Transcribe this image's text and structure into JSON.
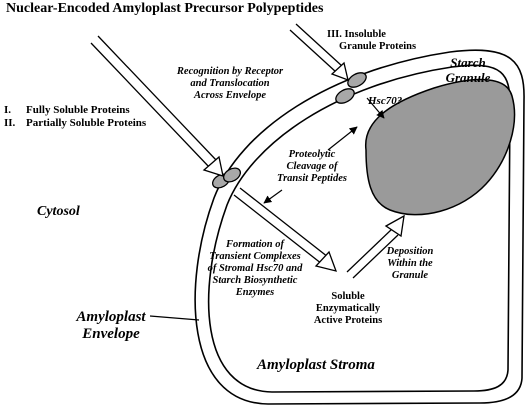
{
  "title": "Nuclear-Encoded Amyloplast Precursor Polypeptides",
  "proteins": {
    "fully_soluble_num": "I.",
    "fully_soluble": "Fully Soluble Proteins",
    "partially_soluble_num": "II.",
    "partially_soluble": "Partially Soluble Proteins",
    "insoluble_num": "III.",
    "insoluble_line1": "Insoluble",
    "insoluble_line2": "Granule Proteins"
  },
  "compartments": {
    "cytosol": "Cytosol",
    "envelope_line1": "Amyloplast",
    "envelope_line2": "Envelope",
    "stroma": "Amyloplast Stroma",
    "starch_line1": "Starch",
    "starch_line2": "Granule"
  },
  "steps": {
    "recognition_line1": "Recognition by Receptor",
    "recognition_line2": "and Translocation",
    "recognition_line3": "Across Envelope",
    "hsc70": "Hsc70?",
    "cleavage_line1": "Proteolytic",
    "cleavage_line2": "Cleavage of",
    "cleavage_line3": "Transit Peptides",
    "formation_line1": "Formation of",
    "formation_line2": "Transient Complexes",
    "formation_line3": "of Stromal Hsc70 and",
    "formation_line4": "Starch Biosynthetic",
    "formation_line5": "Enzymes",
    "soluble_line1": "Soluble",
    "soluble_line2": "Enzymatically",
    "soluble_line3": "Active Proteins",
    "deposition_line1": "Deposition",
    "deposition_line2": "Within the",
    "deposition_line3": "Granule"
  },
  "colors": {
    "line": "#000000",
    "starch_fill": "#9a9a9a",
    "pore_fill": "#a8a8a8",
    "background": "#ffffff"
  }
}
